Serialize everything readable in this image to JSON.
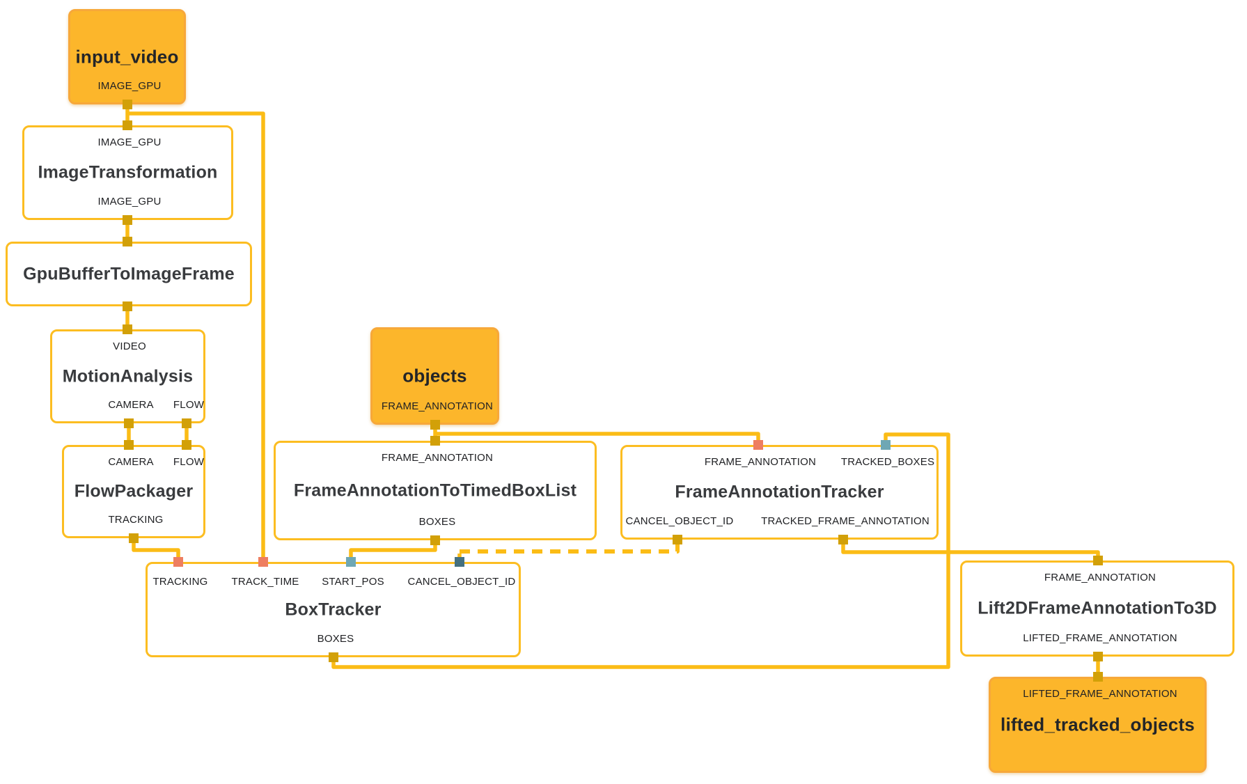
{
  "colors": {
    "edge": "#FBBC16",
    "node_border": "#FCBD21",
    "source_sink_fill": "#FCB62B",
    "source_sink_border": "#F7A83A",
    "port_gold": "#D2A008",
    "port_salmon": "#EE7E60",
    "port_teal": "#6FA7B4",
    "port_slate": "#45707F",
    "title_text": "#393B3E",
    "label_text": "#202124"
  },
  "nodes": {
    "input_video": {
      "title": "input_video",
      "type": "source",
      "outputs": [
        "IMAGE_GPU"
      ]
    },
    "image_transformation": {
      "title": "ImageTransformation",
      "type": "calculator",
      "inputs": [
        "IMAGE_GPU"
      ],
      "outputs": [
        "IMAGE_GPU"
      ]
    },
    "gpu_buffer_to_image_frame": {
      "title": "GpuBufferToImageFrame",
      "type": "calculator",
      "inputs": [],
      "outputs": []
    },
    "motion_analysis": {
      "title": "MotionAnalysis",
      "type": "calculator",
      "inputs": [
        "VIDEO"
      ],
      "outputs": [
        "CAMERA",
        "FLOW"
      ]
    },
    "flow_packager": {
      "title": "FlowPackager",
      "type": "calculator",
      "inputs": [
        "CAMERA",
        "FLOW"
      ],
      "outputs": [
        "TRACKING"
      ]
    },
    "objects": {
      "title": "objects",
      "type": "source",
      "outputs": [
        "FRAME_ANNOTATION"
      ]
    },
    "frame_annotation_to_timed_box_list": {
      "title": "FrameAnnotationToTimedBoxList",
      "type": "calculator",
      "inputs": [
        "FRAME_ANNOTATION"
      ],
      "outputs": [
        "BOXES"
      ]
    },
    "frame_annotation_tracker": {
      "title": "FrameAnnotationTracker",
      "type": "calculator",
      "inputs": [
        "FRAME_ANNOTATION",
        "TRACKED_BOXES"
      ],
      "outputs": [
        "CANCEL_OBJECT_ID",
        "TRACKED_FRAME_ANNOTATION"
      ]
    },
    "box_tracker": {
      "title": "BoxTracker",
      "type": "calculator",
      "inputs": [
        "TRACKING",
        "TRACK_TIME",
        "START_POS",
        "CANCEL_OBJECT_ID"
      ],
      "outputs": [
        "BOXES"
      ]
    },
    "lift_2d_frame_annotation_to_3d": {
      "title": "Lift2DFrameAnnotationTo3D",
      "type": "calculator",
      "inputs": [
        "FRAME_ANNOTATION"
      ],
      "outputs": [
        "LIFTED_FRAME_ANNOTATION"
      ]
    },
    "lifted_tracked_objects": {
      "title": "lifted_tracked_objects",
      "type": "sink",
      "inputs": [
        "LIFTED_FRAME_ANNOTATION"
      ]
    }
  },
  "edges": [
    {
      "from": "input_video.IMAGE_GPU",
      "to": "ImageTransformation.IMAGE_GPU",
      "style": "solid"
    },
    {
      "from": "input_video.IMAGE_GPU",
      "to": "BoxTracker.TRACK_TIME",
      "style": "solid"
    },
    {
      "from": "ImageTransformation.IMAGE_GPU",
      "to": "GpuBufferToImageFrame",
      "style": "solid"
    },
    {
      "from": "GpuBufferToImageFrame",
      "to": "MotionAnalysis.VIDEO",
      "style": "solid"
    },
    {
      "from": "MotionAnalysis.CAMERA",
      "to": "FlowPackager.CAMERA",
      "style": "solid"
    },
    {
      "from": "MotionAnalysis.FLOW",
      "to": "FlowPackager.FLOW",
      "style": "solid"
    },
    {
      "from": "FlowPackager.TRACKING",
      "to": "BoxTracker.TRACKING",
      "style": "solid"
    },
    {
      "from": "objects.FRAME_ANNOTATION",
      "to": "FrameAnnotationToTimedBoxList.FRAME_ANNOTATION",
      "style": "solid"
    },
    {
      "from": "objects.FRAME_ANNOTATION",
      "to": "FrameAnnotationTracker.FRAME_ANNOTATION",
      "style": "solid"
    },
    {
      "from": "FrameAnnotationToTimedBoxList.BOXES",
      "to": "BoxTracker.START_POS",
      "style": "solid"
    },
    {
      "from": "FrameAnnotationTracker.CANCEL_OBJECT_ID",
      "to": "BoxTracker.CANCEL_OBJECT_ID",
      "style": "dashed"
    },
    {
      "from": "FrameAnnotationTracker.TRACKED_FRAME_ANNOTATION",
      "to": "Lift2DFrameAnnotationTo3D.FRAME_ANNOTATION",
      "style": "solid"
    },
    {
      "from": "BoxTracker.BOXES",
      "to": "FrameAnnotationTracker.TRACKED_BOXES",
      "style": "solid"
    },
    {
      "from": "Lift2DFrameAnnotationTo3D.LIFTED_FRAME_ANNOTATION",
      "to": "lifted_tracked_objects.LIFTED_FRAME_ANNOTATION",
      "style": "solid"
    }
  ]
}
